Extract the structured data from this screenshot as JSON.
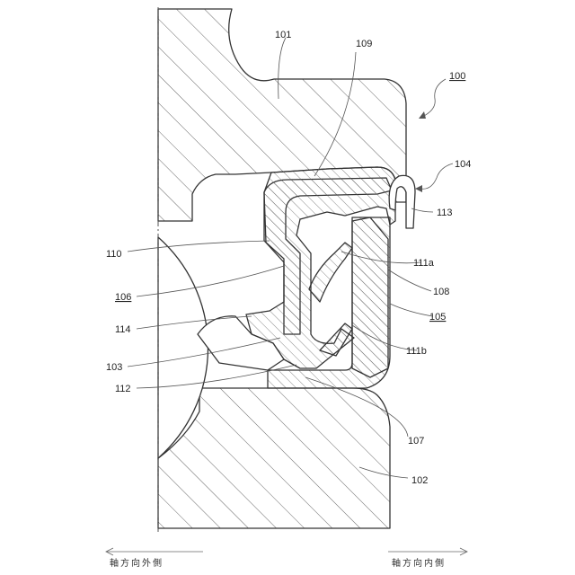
{
  "labels": {
    "l100": "100",
    "l101": "101",
    "l102": "102",
    "l103": "103",
    "l104": "104",
    "l105": "105",
    "l106": "106",
    "l107": "107",
    "l108": "108",
    "l109": "109",
    "l110": "110",
    "l111a": "111a",
    "l111b": "111b",
    "l112": "112",
    "l113": "113",
    "l114": "114"
  },
  "directions": {
    "outer": "軸方向外側",
    "inner": "軸方向内側"
  },
  "colors": {
    "line": "#333333",
    "hatch": "#555555",
    "background": "#ffffff"
  }
}
